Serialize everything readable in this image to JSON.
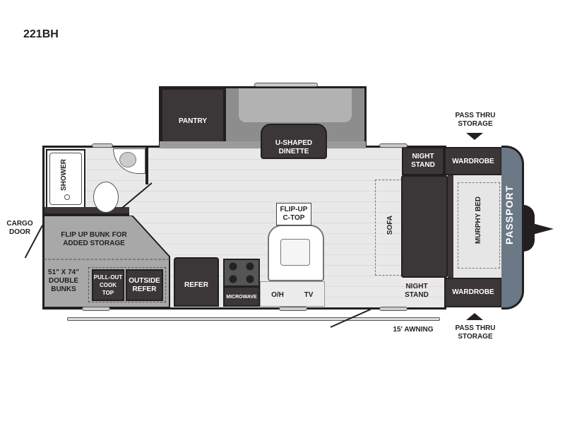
{
  "title": "221BH",
  "labels": {
    "pantry": "PANTRY",
    "dinette": "U-SHAPED DINETTE",
    "shower": "SHOWER",
    "cargo_door": "CARGO DOOR",
    "flip_up_bunk": "FLIP UP BUNK FOR ADDED STORAGE",
    "bunks": "51\" X 74\" DOUBLE BUNKS",
    "cook_top": "PULL-OUT COOK TOP",
    "outside_refer": "OUTSIDE REFER",
    "refer": "REFER",
    "microwave": "MICROWAVE",
    "oh": "O/H",
    "tv": "TV",
    "c_top": "FLIP-UP C-TOP",
    "sofa": "SOFA",
    "night_stand_top": "NIGHT STAND",
    "night_stand_bottom": "NIGHT STAND",
    "wardrobe_top": "WARDROBE",
    "wardrobe_bottom": "WARDROBE",
    "murphy_bed": "MURPHY BED",
    "brand": "PASSPORT",
    "pass_thru_top": "PASS THRU STORAGE",
    "pass_thru_bottom": "PASS THRU STORAGE",
    "awning": "15' AWNING"
  },
  "colors": {
    "cap": "#6b7885",
    "dark": "#3b3638",
    "floor": "#e9e9e9",
    "bunk": "#a8a8a8"
  }
}
